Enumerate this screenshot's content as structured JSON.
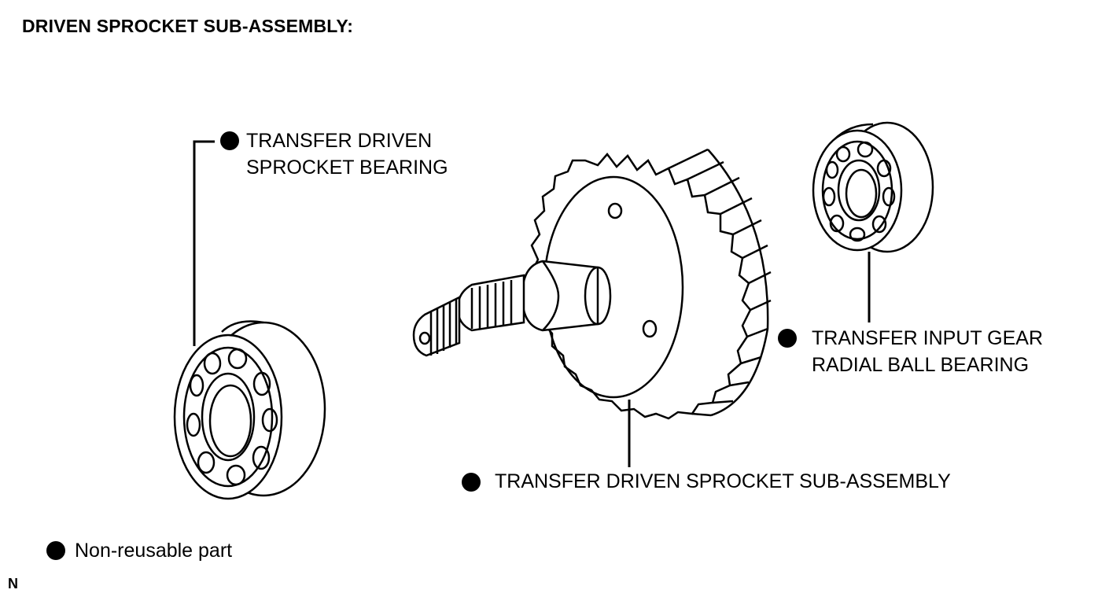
{
  "title": "DRIVEN SPROCKET SUB-ASSEMBLY:",
  "parts": {
    "driven_bearing": {
      "line1": "TRANSFER DRIVEN",
      "line2": "SPROCKET BEARING",
      "non_reusable": true
    },
    "input_gear_bearing": {
      "line1": "TRANSFER INPUT GEAR",
      "line2": "RADIAL BALL BEARING",
      "non_reusable": true
    },
    "driven_sprocket": {
      "label": "TRANSFER DRIVEN SPROCKET SUB-ASSEMBLY",
      "non_reusable": true
    }
  },
  "legend": {
    "symbol": "filled-circle",
    "text": "Non-reusable part"
  },
  "corner_mark": "N"
}
